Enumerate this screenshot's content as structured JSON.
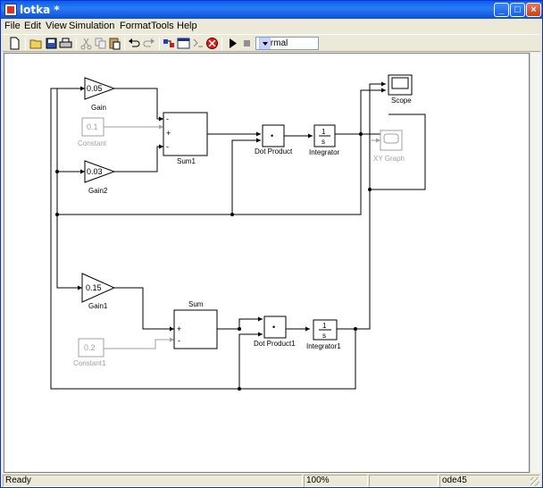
{
  "window": {
    "title": "lotka *"
  },
  "menu": [
    "File",
    "Edit",
    "View",
    "Simulation",
    "Format",
    "Tools",
    "Help"
  ],
  "toolbar": {
    "icons": [
      "new-icon",
      "open-icon",
      "save-icon",
      "print-icon",
      "cut-icon",
      "copy-icon",
      "paste-icon",
      "undo-icon",
      "redo-icon",
      "library-browser-icon",
      "model-explorer-icon",
      "debug-icon",
      "stop-sign-icon",
      "play-icon",
      "stop-icon"
    ],
    "mode": "Normal"
  },
  "diagram": {
    "gain_top": {
      "value": "0.05",
      "label": "Gain"
    },
    "constant_top": {
      "value": "0.1",
      "label": "Constant"
    },
    "gain2": {
      "value": "0.03",
      "label": "Gain2"
    },
    "sum1": {
      "label": "Sum1",
      "signs": [
        "-",
        "+",
        "-"
      ]
    },
    "dot1": {
      "symbol": "•",
      "label": "Dot Product"
    },
    "integrator": {
      "num": "1",
      "den": "s",
      "label": "Integrator"
    },
    "scope": {
      "label": "Scope"
    },
    "xy": {
      "label": "XY Graph"
    },
    "gain1": {
      "value": "0.15",
      "label": "Gain1"
    },
    "sum": {
      "label": "Sum",
      "signs": [
        "+",
        "-"
      ]
    },
    "constant1": {
      "value": "0.2",
      "label": "Constant1"
    },
    "dot2": {
      "symbol": "•",
      "label": "Dot Product1"
    },
    "integrator1": {
      "num": "1",
      "den": "s",
      "label": "Integrator1"
    }
  },
  "status": {
    "left": "Ready",
    "zoom": "100%",
    "solver": "ode45"
  },
  "colors": {
    "title_bar": "#0a5ee8",
    "close_button": "#c8401c",
    "disabled_block": "#a0a0a0"
  }
}
